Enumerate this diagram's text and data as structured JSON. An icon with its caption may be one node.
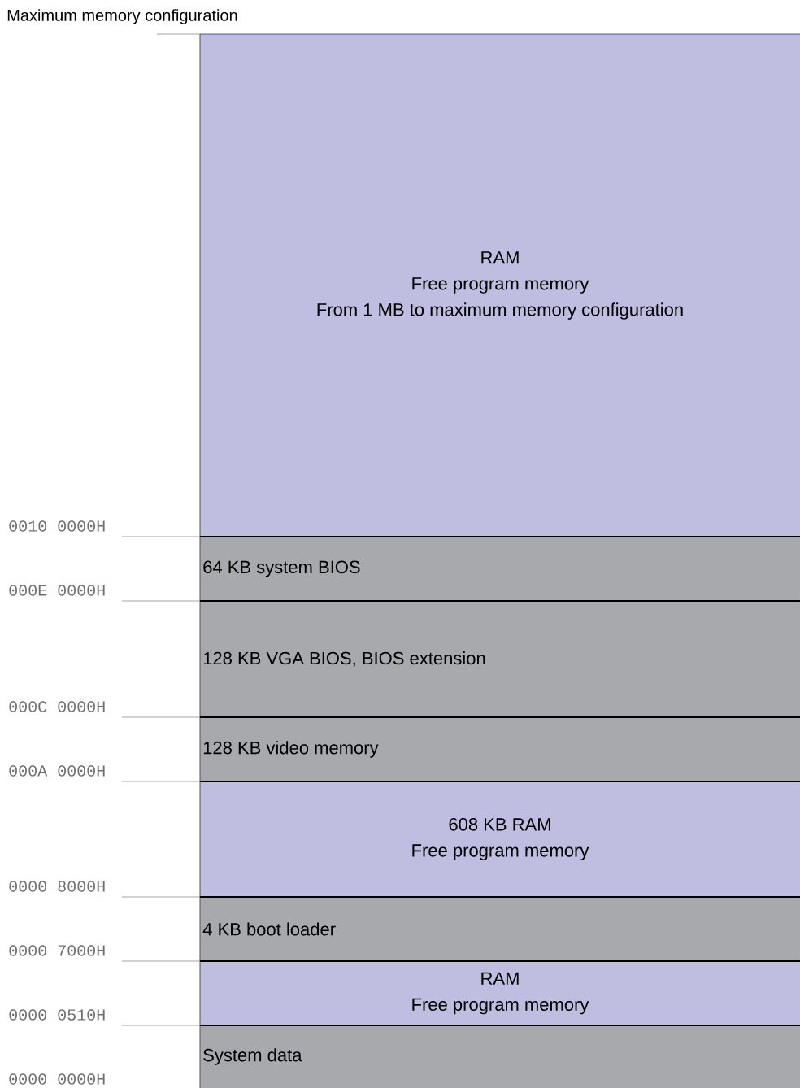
{
  "diagram": {
    "nodes": [
      {
        "text": [
          "RAM",
          "Free program memory",
          "From 1 MB to maximum memory configuration"
        ]
      },
      {
        "text": [
          "64 KB system BIOS"
        ]
      },
      {
        "text": [
          "128 KB VGA BIOS, BIOS extension"
        ]
      },
      {
        "text": [
          "128 KB video memory"
        ]
      },
      {
        "text": [
          "608 KB RAM",
          "Free program memory"
        ]
      },
      {
        "text": [
          "4 KB boot loader"
        ]
      },
      {
        "text": [
          "RAM",
          "Free program memory"
        ]
      },
      {
        "text": [
          "System data"
        ]
      }
    ],
    "labels": [
      "Maximum memory configuration",
      "0010 0000H",
      "000E 0000H",
      "000C 0000H",
      "000A 0000H",
      "0000 8000H",
      "0000 7000H",
      "0000 0510H",
      "0000 0000H"
    ]
  }
}
